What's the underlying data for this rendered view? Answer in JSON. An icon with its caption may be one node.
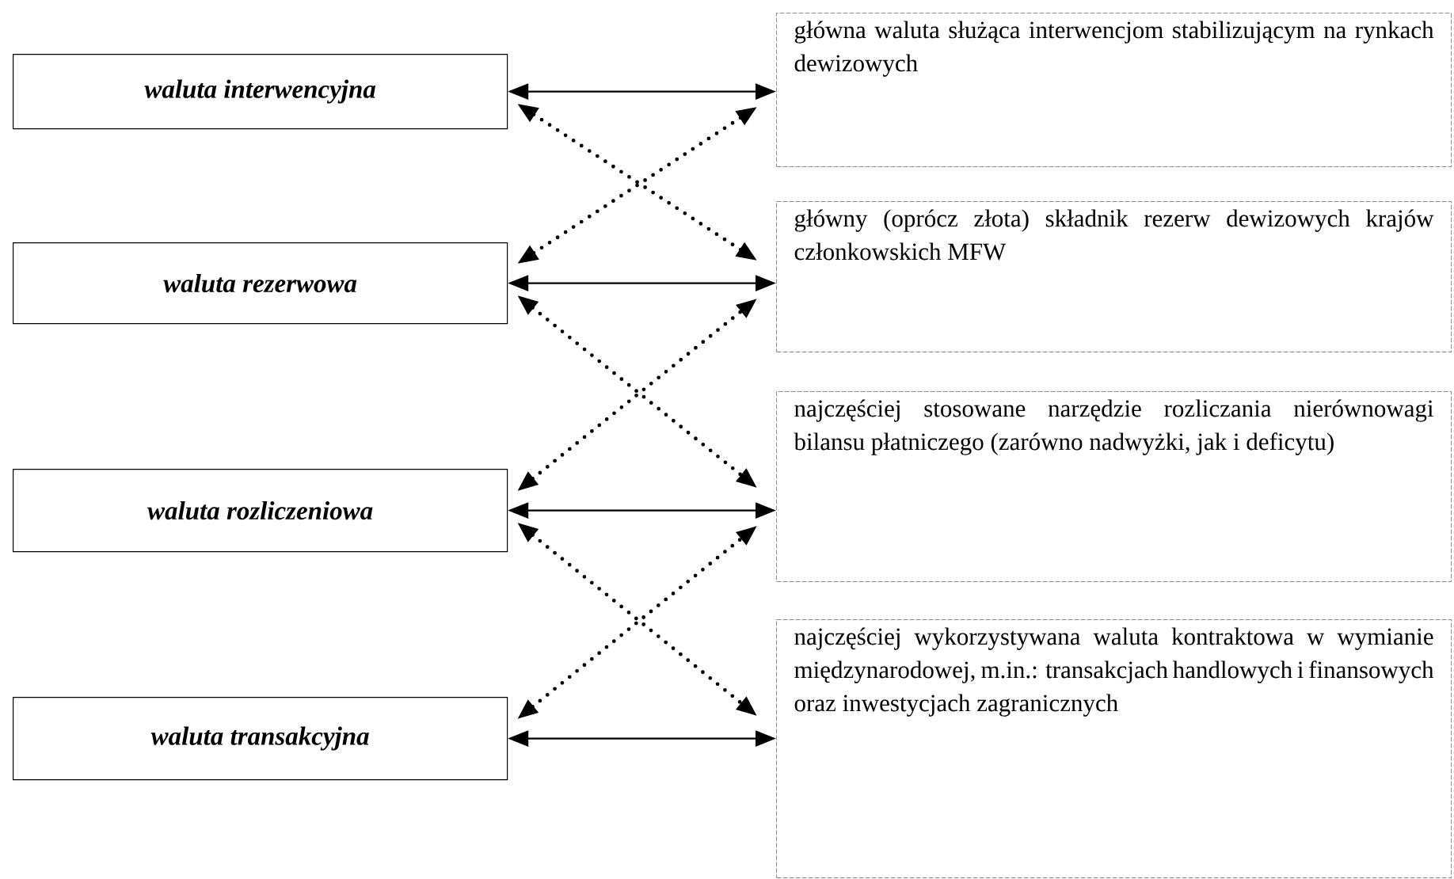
{
  "diagram": {
    "nodes": [
      {
        "text": [
          "waluta interwencyjna"
        ]
      },
      {
        "text": [
          "główna waluta służąca interwencjom stabilizującym na rynkach dewizowych"
        ]
      },
      {
        "text": [
          "waluta rezerwowa"
        ]
      },
      {
        "text": [
          "główny (oprócz złota) składnik rezerw dewizowych krajów członkowskich MFW"
        ]
      },
      {
        "text": [
          "waluta rozliczeniowa"
        ]
      },
      {
        "text": [
          "najczęściej stosowane narzędzie rozliczania nierównowagi bilansu płatniczego (zarówno nadwyżki, jak i deficytu)"
        ]
      },
      {
        "text": [
          "waluta transakcyjna"
        ]
      },
      {
        "text": [
          "najczęściej wykorzystywana waluta kontraktowa w wymianie międzynarodowej, m.in.: transakcjach handlowych i finansowych oraz inwestycjach zagranicznych"
        ]
      }
    ],
    "edges": [
      {
        "from": 0,
        "to": 1,
        "arrow": "both"
      },
      {
        "from": 0,
        "to": 3,
        "arrow": "both",
        "style": "dashed"
      },
      {
        "from": 2,
        "to": 1,
        "arrow": "both",
        "style": "dashed"
      },
      {
        "from": 2,
        "to": 3,
        "arrow": "both"
      },
      {
        "from": 2,
        "to": 5,
        "arrow": "both",
        "style": "dashed"
      },
      {
        "from": 4,
        "to": 3,
        "arrow": "both",
        "style": "dashed"
      },
      {
        "from": 4,
        "to": 5,
        "arrow": "both"
      },
      {
        "from": 4,
        "to": 7,
        "arrow": "both",
        "style": "dashed"
      },
      {
        "from": 6,
        "to": 5,
        "arrow": "both",
        "style": "dashed"
      },
      {
        "from": 6,
        "to": 7,
        "arrow": "both"
      }
    ]
  }
}
